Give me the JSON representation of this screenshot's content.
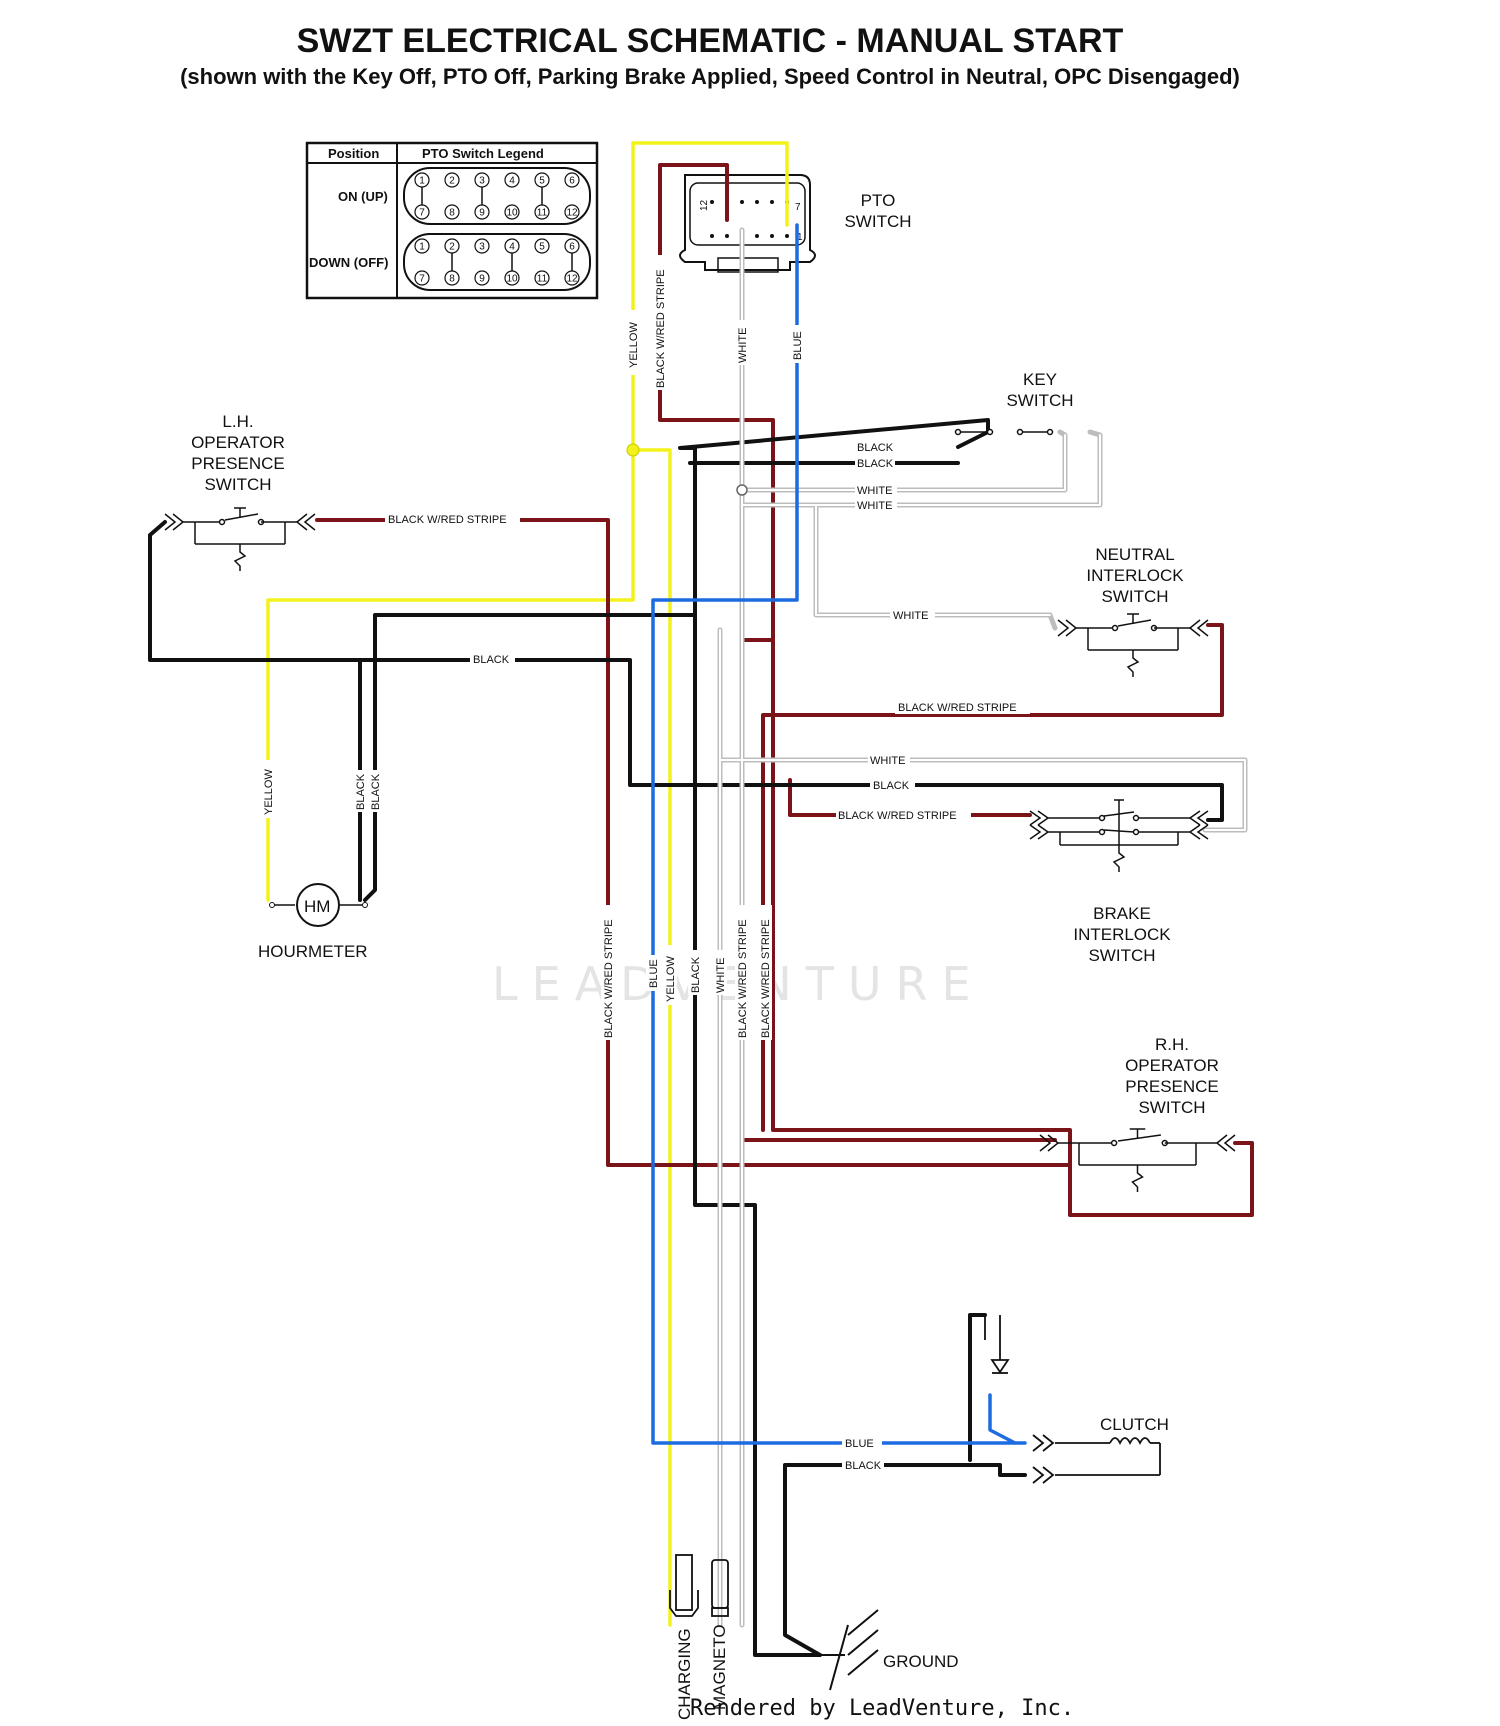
{
  "title": "SWZT ELECTRICAL SCHEMATIC - MANUAL START",
  "subtitle": "(shown with the Key Off, PTO Off, Parking Brake Applied, Speed Control in Neutral, OPC Disengaged)",
  "legend": {
    "col_position": "Position",
    "col_legend": "PTO Switch Legend",
    "row_on": "ON (UP)",
    "row_off": "DOWN (OFF)",
    "top_numbers": [
      "1",
      "2",
      "3",
      "4",
      "5",
      "6"
    ],
    "bottom_numbers": [
      "7",
      "8",
      "9",
      "10",
      "11",
      "12"
    ]
  },
  "components": {
    "pto": [
      "PTO",
      "SWITCH"
    ],
    "key": [
      "KEY",
      "SWITCH"
    ],
    "lh_opc": [
      "L.H.",
      "OPERATOR",
      "PRESENCE",
      "SWITCH"
    ],
    "neutral": [
      "NEUTRAL",
      "INTERLOCK",
      "SWITCH"
    ],
    "brake": [
      "BRAKE",
      "INTERLOCK",
      "SWITCH"
    ],
    "rh_opc": [
      "R.H.",
      "OPERATOR",
      "PRESENCE",
      "SWITCH"
    ],
    "hourmeter_symbol": "HM",
    "hourmeter": "HOURMETER",
    "clutch": "CLUTCH",
    "ground": "GROUND",
    "charging": "CHARGING",
    "magneto": "MAGNETO",
    "pto_pin_left": "12",
    "pto_pin_right": "7",
    "pto_pin_bottom": "1"
  },
  "wires": {
    "yellow": "YELLOW",
    "black_red": "BLACK W/RED STRIPE",
    "white": "WHITE",
    "blue": "BLUE",
    "black": "BLACK"
  },
  "watermark": "LEADVENTURE",
  "credit": "Rendered by LeadVenture, Inc.",
  "colors": {
    "yellow": "#f2f21a",
    "red": "#7a1418",
    "blue": "#1d6be0",
    "black": "#111111",
    "white_wire": "#bdbdbd"
  }
}
